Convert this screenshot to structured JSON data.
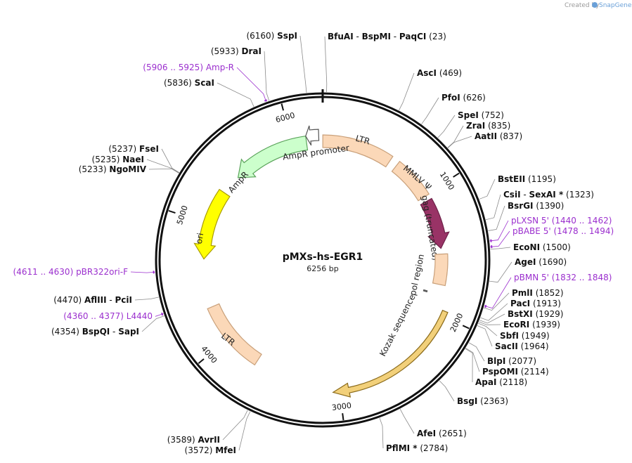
{
  "plasmid": {
    "name": "pMXs-hs-EGR1",
    "size_label": "6256 bp",
    "length": 6256
  },
  "credit": {
    "prefix": "Created by",
    "brand": "SnapGene"
  },
  "ticks": [
    {
      "pos": 1000,
      "label": "1000"
    },
    {
      "pos": 2000,
      "label": "2000"
    },
    {
      "pos": 3000,
      "label": "3000"
    },
    {
      "pos": 4000,
      "label": "4000"
    },
    {
      "pos": 5000,
      "label": "5000"
    },
    {
      "pos": 6000,
      "label": "6000"
    }
  ],
  "features": [
    {
      "name": "LTR",
      "start": 1,
      "end": 593,
      "color": "#fbd8b8",
      "stroke": "#c9a07a",
      "lane": 0,
      "arrow": false
    },
    {
      "name": "MMLV Ψ",
      "start": 660,
      "end": 1011,
      "color": "#fbd8b8",
      "stroke": "#c9a07a",
      "lane": 0,
      "arrow": false
    },
    {
      "name": "gag (truncated)",
      "start": 1052,
      "end": 1467,
      "color": "#993366",
      "stroke": "#6e2249",
      "lane": 0,
      "arrow": true
    },
    {
      "name": "pol region",
      "start": 1515,
      "end": 1770,
      "color": "#fbd8b8",
      "stroke": "#c9a07a",
      "lane": 0,
      "arrow": false
    },
    {
      "name": "Kozak sequence",
      "start": 1850,
      "end": 1860,
      "color": "#777777",
      "stroke": "#555555",
      "lane": 0,
      "arrow": false
    },
    {
      "name": "",
      "start": 1960,
      "end": 3050,
      "color": "#f2d07a",
      "stroke": "#8a6a1a",
      "lane": 0,
      "arrow": true
    },
    {
      "name": "LTR",
      "start": 3700,
      "end": 4293,
      "color": "#fbd8b8",
      "stroke": "#c9a07a",
      "lane": 0,
      "arrow": false
    },
    {
      "name": "ori",
      "start": 4700,
      "end": 5289,
      "color": "#ffff00",
      "stroke": "#a89b00",
      "lane": 0,
      "arrow": true,
      "reverse": true
    },
    {
      "name": "AmpR",
      "start": 5460,
      "end": 6120,
      "color": "#ccffcc",
      "stroke": "#5aa35a",
      "lane": 1,
      "arrow": true,
      "reverse": true
    },
    {
      "name": "AmpR promoter",
      "start": 6120,
      "end": 6224,
      "color": "#ffffff",
      "stroke": "#555555",
      "lane": 0,
      "arrow": true,
      "reverse": true
    }
  ],
  "enzymes": [
    {
      "id": "bfuai",
      "parts": [
        [
          "BfuAI",
          "enz"
        ],
        [
          " - ",
          "pos"
        ],
        [
          "BspMI",
          "enz"
        ],
        [
          " - ",
          "pos"
        ],
        [
          "PaqCI",
          "enz"
        ],
        [
          "   (23)",
          "pos"
        ]
      ],
      "pos": 23
    },
    {
      "id": "asci",
      "parts": [
        [
          "AscI",
          "enz"
        ],
        [
          "   (469)",
          "pos"
        ]
      ],
      "pos": 469
    },
    {
      "id": "pfoi",
      "parts": [
        [
          "PfoI",
          "enz"
        ],
        [
          "   (626)",
          "pos"
        ]
      ],
      "pos": 626
    },
    {
      "id": "spei",
      "parts": [
        [
          "SpeI",
          "enz"
        ],
        [
          "   (752)",
          "pos"
        ]
      ],
      "pos": 752
    },
    {
      "id": "zrai",
      "parts": [
        [
          "ZraI",
          "enz"
        ],
        [
          "   (835)",
          "pos"
        ]
      ],
      "pos": 835
    },
    {
      "id": "aatii",
      "parts": [
        [
          "AatII",
          "enz"
        ],
        [
          "   (837)",
          "pos"
        ]
      ],
      "pos": 837
    },
    {
      "id": "bsteii",
      "parts": [
        [
          "BstEII",
          "enz"
        ],
        [
          "   (1195)",
          "pos"
        ]
      ],
      "pos": 1195
    },
    {
      "id": "csii",
      "parts": [
        [
          "CsiI",
          "enz"
        ],
        [
          " - ",
          "pos"
        ],
        [
          "SexAI *",
          "enz"
        ],
        [
          "   (1323)",
          "pos"
        ]
      ],
      "pos": 1323
    },
    {
      "id": "bsrgi",
      "parts": [
        [
          "BsrGI",
          "enz"
        ],
        [
          "   (1390)",
          "pos"
        ]
      ],
      "pos": 1390
    },
    {
      "id": "pLXSN",
      "parts": [
        [
          "pLXSN 5'",
          "primer"
        ],
        [
          "   (1440 .. 1462)",
          "primer"
        ]
      ],
      "pos": 1451,
      "primer": true
    },
    {
      "id": "pBABE",
      "parts": [
        [
          "pBABE 5'",
          "primer"
        ],
        [
          "   (1478 .. 1494)",
          "primer"
        ]
      ],
      "pos": 1486,
      "primer": true
    },
    {
      "id": "econi",
      "parts": [
        [
          "EcoNI",
          "enz"
        ],
        [
          "   (1500)",
          "pos"
        ]
      ],
      "pos": 1500
    },
    {
      "id": "agei",
      "parts": [
        [
          "AgeI",
          "enz"
        ],
        [
          "   (1690)",
          "pos"
        ]
      ],
      "pos": 1690
    },
    {
      "id": "pBMN",
      "parts": [
        [
          "pBMN 5'",
          "primer"
        ],
        [
          "   (1832 .. 1848)",
          "primer"
        ]
      ],
      "pos": 1840,
      "primer": true
    },
    {
      "id": "pmli",
      "parts": [
        [
          "PmlI",
          "enz"
        ],
        [
          "   (1852)",
          "pos"
        ]
      ],
      "pos": 1852
    },
    {
      "id": "paci",
      "parts": [
        [
          "PacI",
          "enz"
        ],
        [
          "   (1913)",
          "pos"
        ]
      ],
      "pos": 1913
    },
    {
      "id": "bstxi",
      "parts": [
        [
          "BstXI",
          "enz"
        ],
        [
          "   (1929)",
          "pos"
        ]
      ],
      "pos": 1929
    },
    {
      "id": "ecori",
      "parts": [
        [
          "EcoRI",
          "enz"
        ],
        [
          "   (1939)",
          "pos"
        ]
      ],
      "pos": 1939
    },
    {
      "id": "sbfi",
      "parts": [
        [
          "SbfI",
          "enz"
        ],
        [
          "   (1949)",
          "pos"
        ]
      ],
      "pos": 1949
    },
    {
      "id": "sacii",
      "parts": [
        [
          "SacII",
          "enz"
        ],
        [
          "   (1964)",
          "pos"
        ]
      ],
      "pos": 1964
    },
    {
      "id": "blpi",
      "parts": [
        [
          "BlpI",
          "enz"
        ],
        [
          "   (2077)",
          "pos"
        ]
      ],
      "pos": 2077
    },
    {
      "id": "pspomi",
      "parts": [
        [
          "PspOMI",
          "enz"
        ],
        [
          "   (2114)",
          "pos"
        ]
      ],
      "pos": 2114
    },
    {
      "id": "apai",
      "parts": [
        [
          "ApaI",
          "enz"
        ],
        [
          "   (2118)",
          "pos"
        ]
      ],
      "pos": 2118
    },
    {
      "id": "bsgi",
      "parts": [
        [
          "BsgI",
          "enz"
        ],
        [
          "   (2363)",
          "pos"
        ]
      ],
      "pos": 2363
    },
    {
      "id": "afei",
      "parts": [
        [
          "AfeI",
          "enz"
        ],
        [
          "   (2651)",
          "pos"
        ]
      ],
      "pos": 2651
    },
    {
      "id": "pflmi",
      "parts": [
        [
          "PflMI *",
          "enz"
        ],
        [
          "   (2784)",
          "pos"
        ]
      ],
      "pos": 2784
    },
    {
      "id": "mfei",
      "parts": [
        [
          "(3572)  ",
          "pos"
        ],
        [
          "MfeI",
          "enz"
        ]
      ],
      "pos": 3572
    },
    {
      "id": "avrii",
      "parts": [
        [
          "(3589)  ",
          "pos"
        ],
        [
          "AvrII",
          "enz"
        ]
      ],
      "pos": 3589
    },
    {
      "id": "bspqi",
      "parts": [
        [
          "(4354)  ",
          "pos"
        ],
        [
          "BspQI",
          "enz"
        ],
        [
          " - ",
          "pos"
        ],
        [
          "SapI",
          "enz"
        ]
      ],
      "pos": 4354
    },
    {
      "id": "L4440",
      "parts": [
        [
          "(4360 .. 4377)  ",
          "primer"
        ],
        [
          "L4440",
          "primer"
        ]
      ],
      "pos": 4368,
      "primer": true
    },
    {
      "id": "aflIII",
      "parts": [
        [
          "(4470)  ",
          "pos"
        ],
        [
          "AflIII",
          "enz"
        ],
        [
          " - ",
          "pos"
        ],
        [
          "PciI",
          "enz"
        ]
      ],
      "pos": 4470
    },
    {
      "id": "pBR322",
      "parts": [
        [
          "(4611 .. 4630)  ",
          "primer"
        ],
        [
          "pBR322ori-F",
          "primer"
        ]
      ],
      "pos": 4620,
      "primer": true
    },
    {
      "id": "ngomiv",
      "parts": [
        [
          "(5233)  ",
          "pos"
        ],
        [
          "NgoMIV",
          "enz"
        ]
      ],
      "pos": 5233
    },
    {
      "id": "naei",
      "parts": [
        [
          "(5235)  ",
          "pos"
        ],
        [
          "NaeI",
          "enz"
        ]
      ],
      "pos": 5235
    },
    {
      "id": "fsei",
      "parts": [
        [
          "(5237)  ",
          "pos"
        ],
        [
          "FseI",
          "enz"
        ]
      ],
      "pos": 5237
    },
    {
      "id": "scai",
      "parts": [
        [
          "(5836)  ",
          "pos"
        ],
        [
          "ScaI",
          "enz"
        ]
      ],
      "pos": 5836
    },
    {
      "id": "AmpR-primer",
      "parts": [
        [
          "(5906 .. 5925)  ",
          "primer"
        ],
        [
          "Amp-R",
          "primer"
        ]
      ],
      "pos": 5915,
      "primer": true
    },
    {
      "id": "drai",
      "parts": [
        [
          "(5933)  ",
          "pos"
        ],
        [
          "DraI",
          "enz"
        ]
      ],
      "pos": 5933
    },
    {
      "id": "sspi",
      "parts": [
        [
          "(6160)  ",
          "pos"
        ],
        [
          "SspI",
          "enz"
        ]
      ],
      "pos": 6160
    }
  ]
}
